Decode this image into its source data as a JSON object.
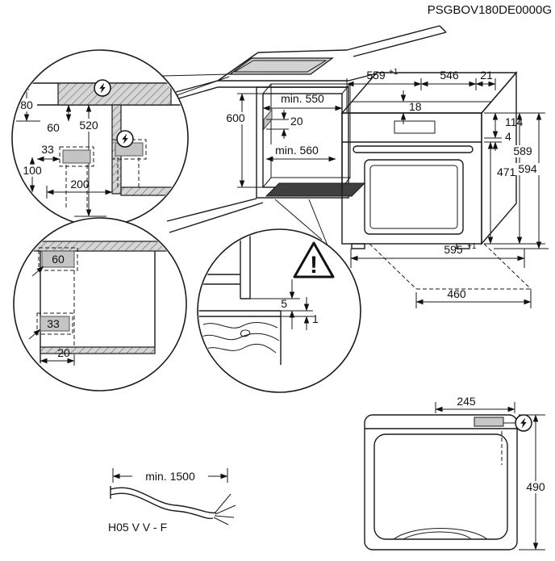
{
  "doc_code": "PSGBOV180DE0000G",
  "colors": {
    "line": "#1a1a1a",
    "gray_fill": "#c7c7c7",
    "hole_fill": "#d2d2d2",
    "dark_fill": "#3f3f3f"
  },
  "icons": {
    "electrical": "lightning-bolt-in-circle",
    "warning": "exclamation-triangle"
  },
  "countertop_section_detail": {
    "dim_top_offset": "80",
    "dim_front_offset": "60",
    "dim_height": "520",
    "dim_side_offset": "33",
    "dim_bottom_height": "100",
    "dim_width": "200"
  },
  "cabinet_niche": {
    "dim_height": "600",
    "dim_width": "min. 550",
    "dim_rail": "20",
    "dim_depth": "min. 560"
  },
  "oven": {
    "dim_top_width": "559",
    "dim_top_width_tol": "+1",
    "dim_depth": "546",
    "dim_panel_depth": "21",
    "dim_top_recess": "18",
    "dim_panel_height": "114",
    "dim_gap": "4",
    "dim_door_height": "471",
    "dim_height": "589",
    "dim_height_total": "594",
    "dim_width": "595",
    "dim_width_tol": "+1",
    "dim_base_depth": "460"
  },
  "niche_front_detail": {
    "dim_top": "60",
    "dim_bottom": "33",
    "dim_side": "20"
  },
  "floor_gap_detail": {
    "dim_wall_gap": "5",
    "dim_floor_gap": "1",
    "warning_mark": "!"
  },
  "power_cable": {
    "dim_length": "min. 1500",
    "cable_type": "H05 V V - F"
  },
  "oven_top_view": {
    "dim_connection_offset": "245",
    "dim_depth": "490"
  }
}
